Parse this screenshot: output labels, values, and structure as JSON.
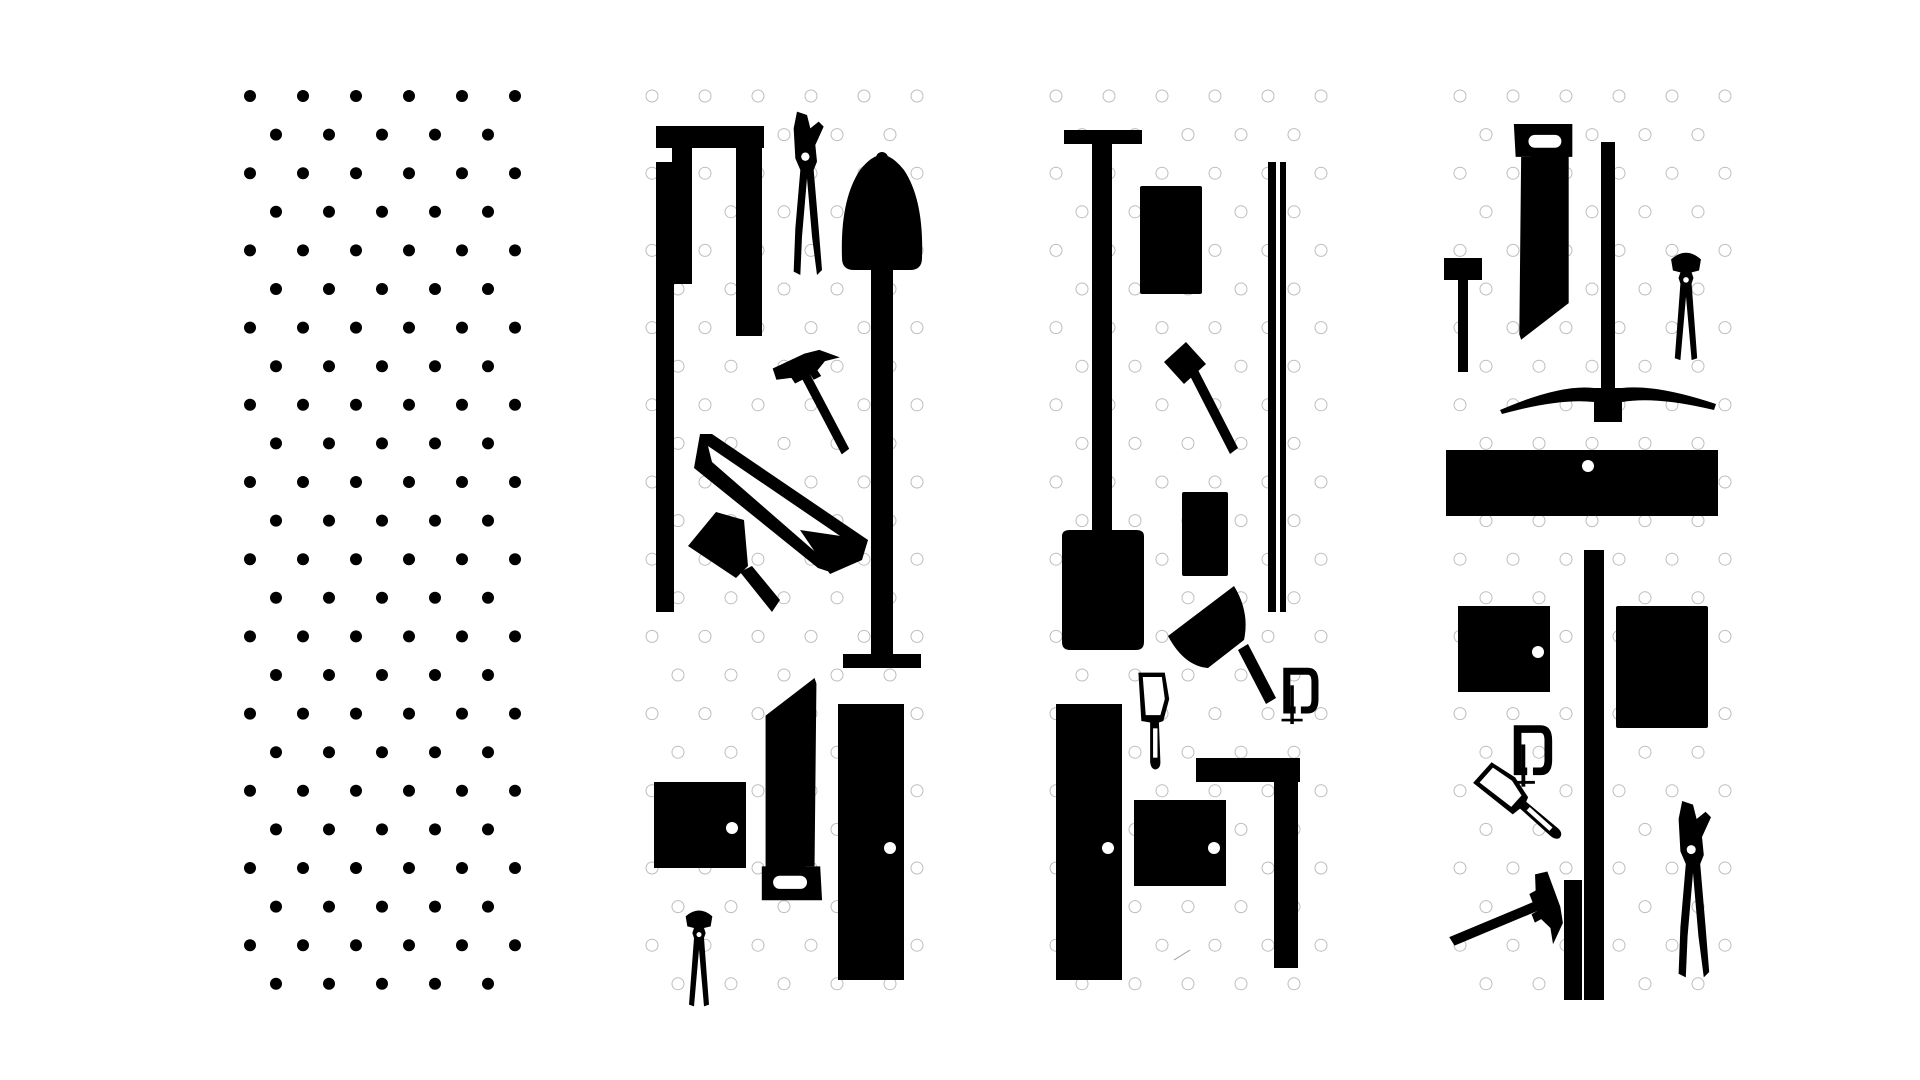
{
  "colors": {
    "ink": "#000000",
    "hole_outline": "#bdbdbd",
    "background": "#ffffff"
  },
  "boards": [
    {
      "name": "empty-pegboard",
      "tools": []
    },
    {
      "name": "pegboard-2",
      "tools": [
        "l-square-icon",
        "level-icon",
        "pliers-icon",
        "shovel-icon",
        "hammer-icon",
        "hacksaw-icon",
        "putty-knife-icon",
        "wood-block-icon",
        "hand-saw-icon",
        "cabinet-door-icon",
        "end-nippers-icon"
      ]
    },
    {
      "name": "pegboard-3",
      "tools": [
        "shovel-icon",
        "panel-icon",
        "level-icon",
        "mallet-icon",
        "small-block-icon",
        "dustpan-icon",
        "cleaver-icon",
        "c-clamp-icon",
        "cabinet-door-icon",
        "wood-block-icon",
        "l-square-icon"
      ]
    },
    {
      "name": "pegboard-4",
      "tools": [
        "hand-saw-icon",
        "hoe-rake-icon",
        "small-hammer-icon",
        "end-nippers-icon",
        "long-board-icon",
        "wood-block-icon",
        "long-bar-icon",
        "panel-icon",
        "c-clamp-icon",
        "cleaver-icon",
        "hammer-icon",
        "short-bar-icon",
        "pliers-icon"
      ]
    }
  ]
}
